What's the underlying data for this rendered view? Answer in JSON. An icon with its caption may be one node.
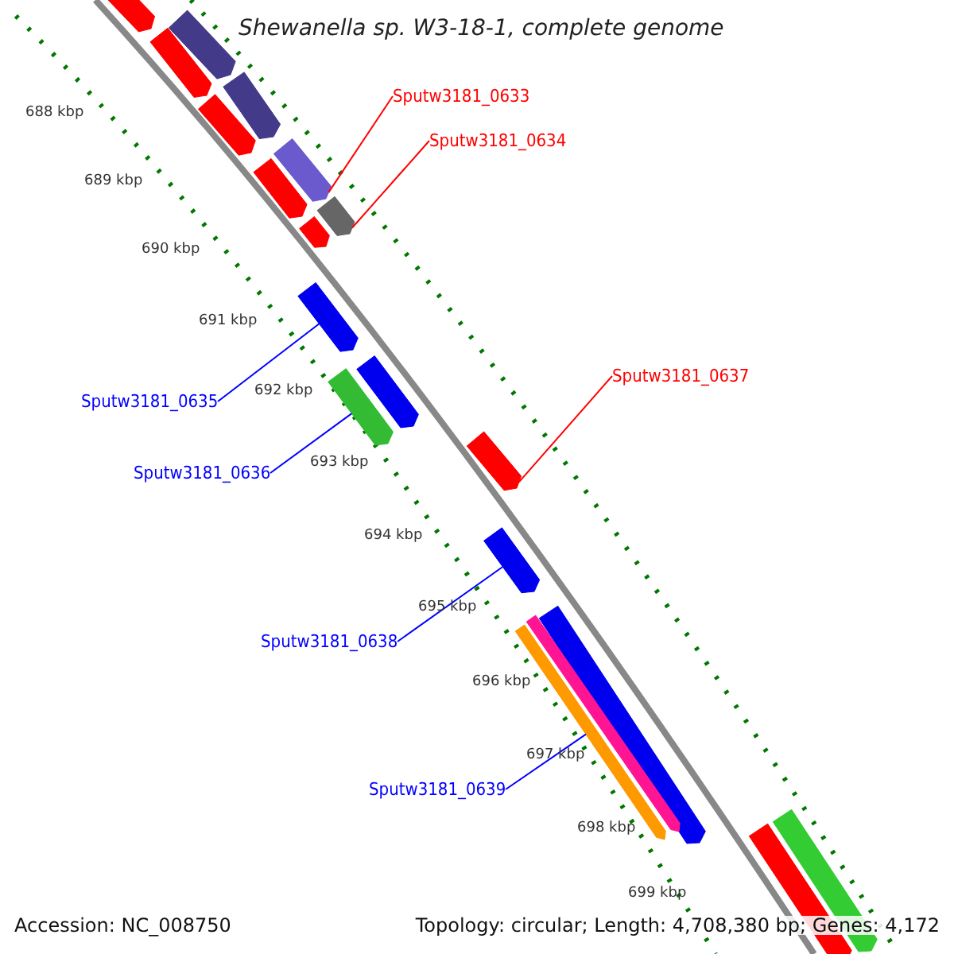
{
  "diagram": {
    "title": "Shewanella sp. W3-18-1, complete genome",
    "nodes": [
      {
        "text": [
          "Sputw3181_0633"
        ]
      },
      {
        "text": [],
        "shape": "bar"
      },
      {
        "text": [
          "Sputw3181_0634"
        ]
      },
      {
        "text": [],
        "shape": "bar"
      },
      {
        "text": [
          "Sputw3181_0635"
        ]
      },
      {
        "text": [],
        "shape": "bar"
      },
      {
        "text": [
          "Sputw3181_0636"
        ]
      },
      {
        "text": [],
        "shape": "bar"
      },
      {
        "text": [
          "Sputw3181_0637"
        ]
      },
      {
        "text": [],
        "shape": "bar"
      },
      {
        "text": [
          "Sputw3181_0638"
        ]
      },
      {
        "text": [],
        "shape": "bar"
      },
      {
        "text": [
          "Sputw3181_0639"
        ]
      },
      {
        "text": [],
        "shape": "bar"
      },
      {
        "text": [],
        "shape": "bar"
      },
      {
        "text": [],
        "shape": "bar"
      },
      {
        "text": [],
        "shape": "bar"
      },
      {
        "text": [],
        "shape": "bar"
      },
      {
        "text": [],
        "shape": "bar"
      },
      {
        "text": [],
        "shape": "bar"
      },
      {
        "text": [],
        "shape": "bar"
      },
      {
        "text": [],
        "shape": "bar"
      },
      {
        "text": [],
        "shape": "bar"
      },
      {
        "text": [],
        "shape": "bar"
      },
      {
        "text": [],
        "shape": "bar"
      },
      {
        "text": [],
        "shape": "bar"
      }
    ],
    "edges": [
      {
        "from": 0,
        "to": 1,
        "arrow": "none",
        "color": "#ff0000"
      },
      {
        "from": 2,
        "to": 3,
        "arrow": "none",
        "color": "#ff0000"
      },
      {
        "from": 4,
        "to": 5,
        "arrow": "none"
      },
      {
        "from": 6,
        "to": 7,
        "arrow": "none"
      },
      {
        "from": 8,
        "to": 9,
        "arrow": "none",
        "color": "#ff0000"
      },
      {
        "from": 10,
        "to": 11,
        "arrow": "none"
      },
      {
        "from": 12,
        "to": 13,
        "arrow": "none"
      }
    ],
    "labels": [
      "688 kbp",
      "689 kbp",
      "690 kbp",
      "691 kbp",
      "692 kbp",
      "693 kbp",
      "694 kbp",
      "695 kbp",
      "696 kbp",
      "697 kbp",
      "698 kbp",
      "699 kbp",
      "Accession: NC_008750",
      "Topology: circular; Length: 4,708,380 bp; Genes: 4,172"
    ]
  }
}
